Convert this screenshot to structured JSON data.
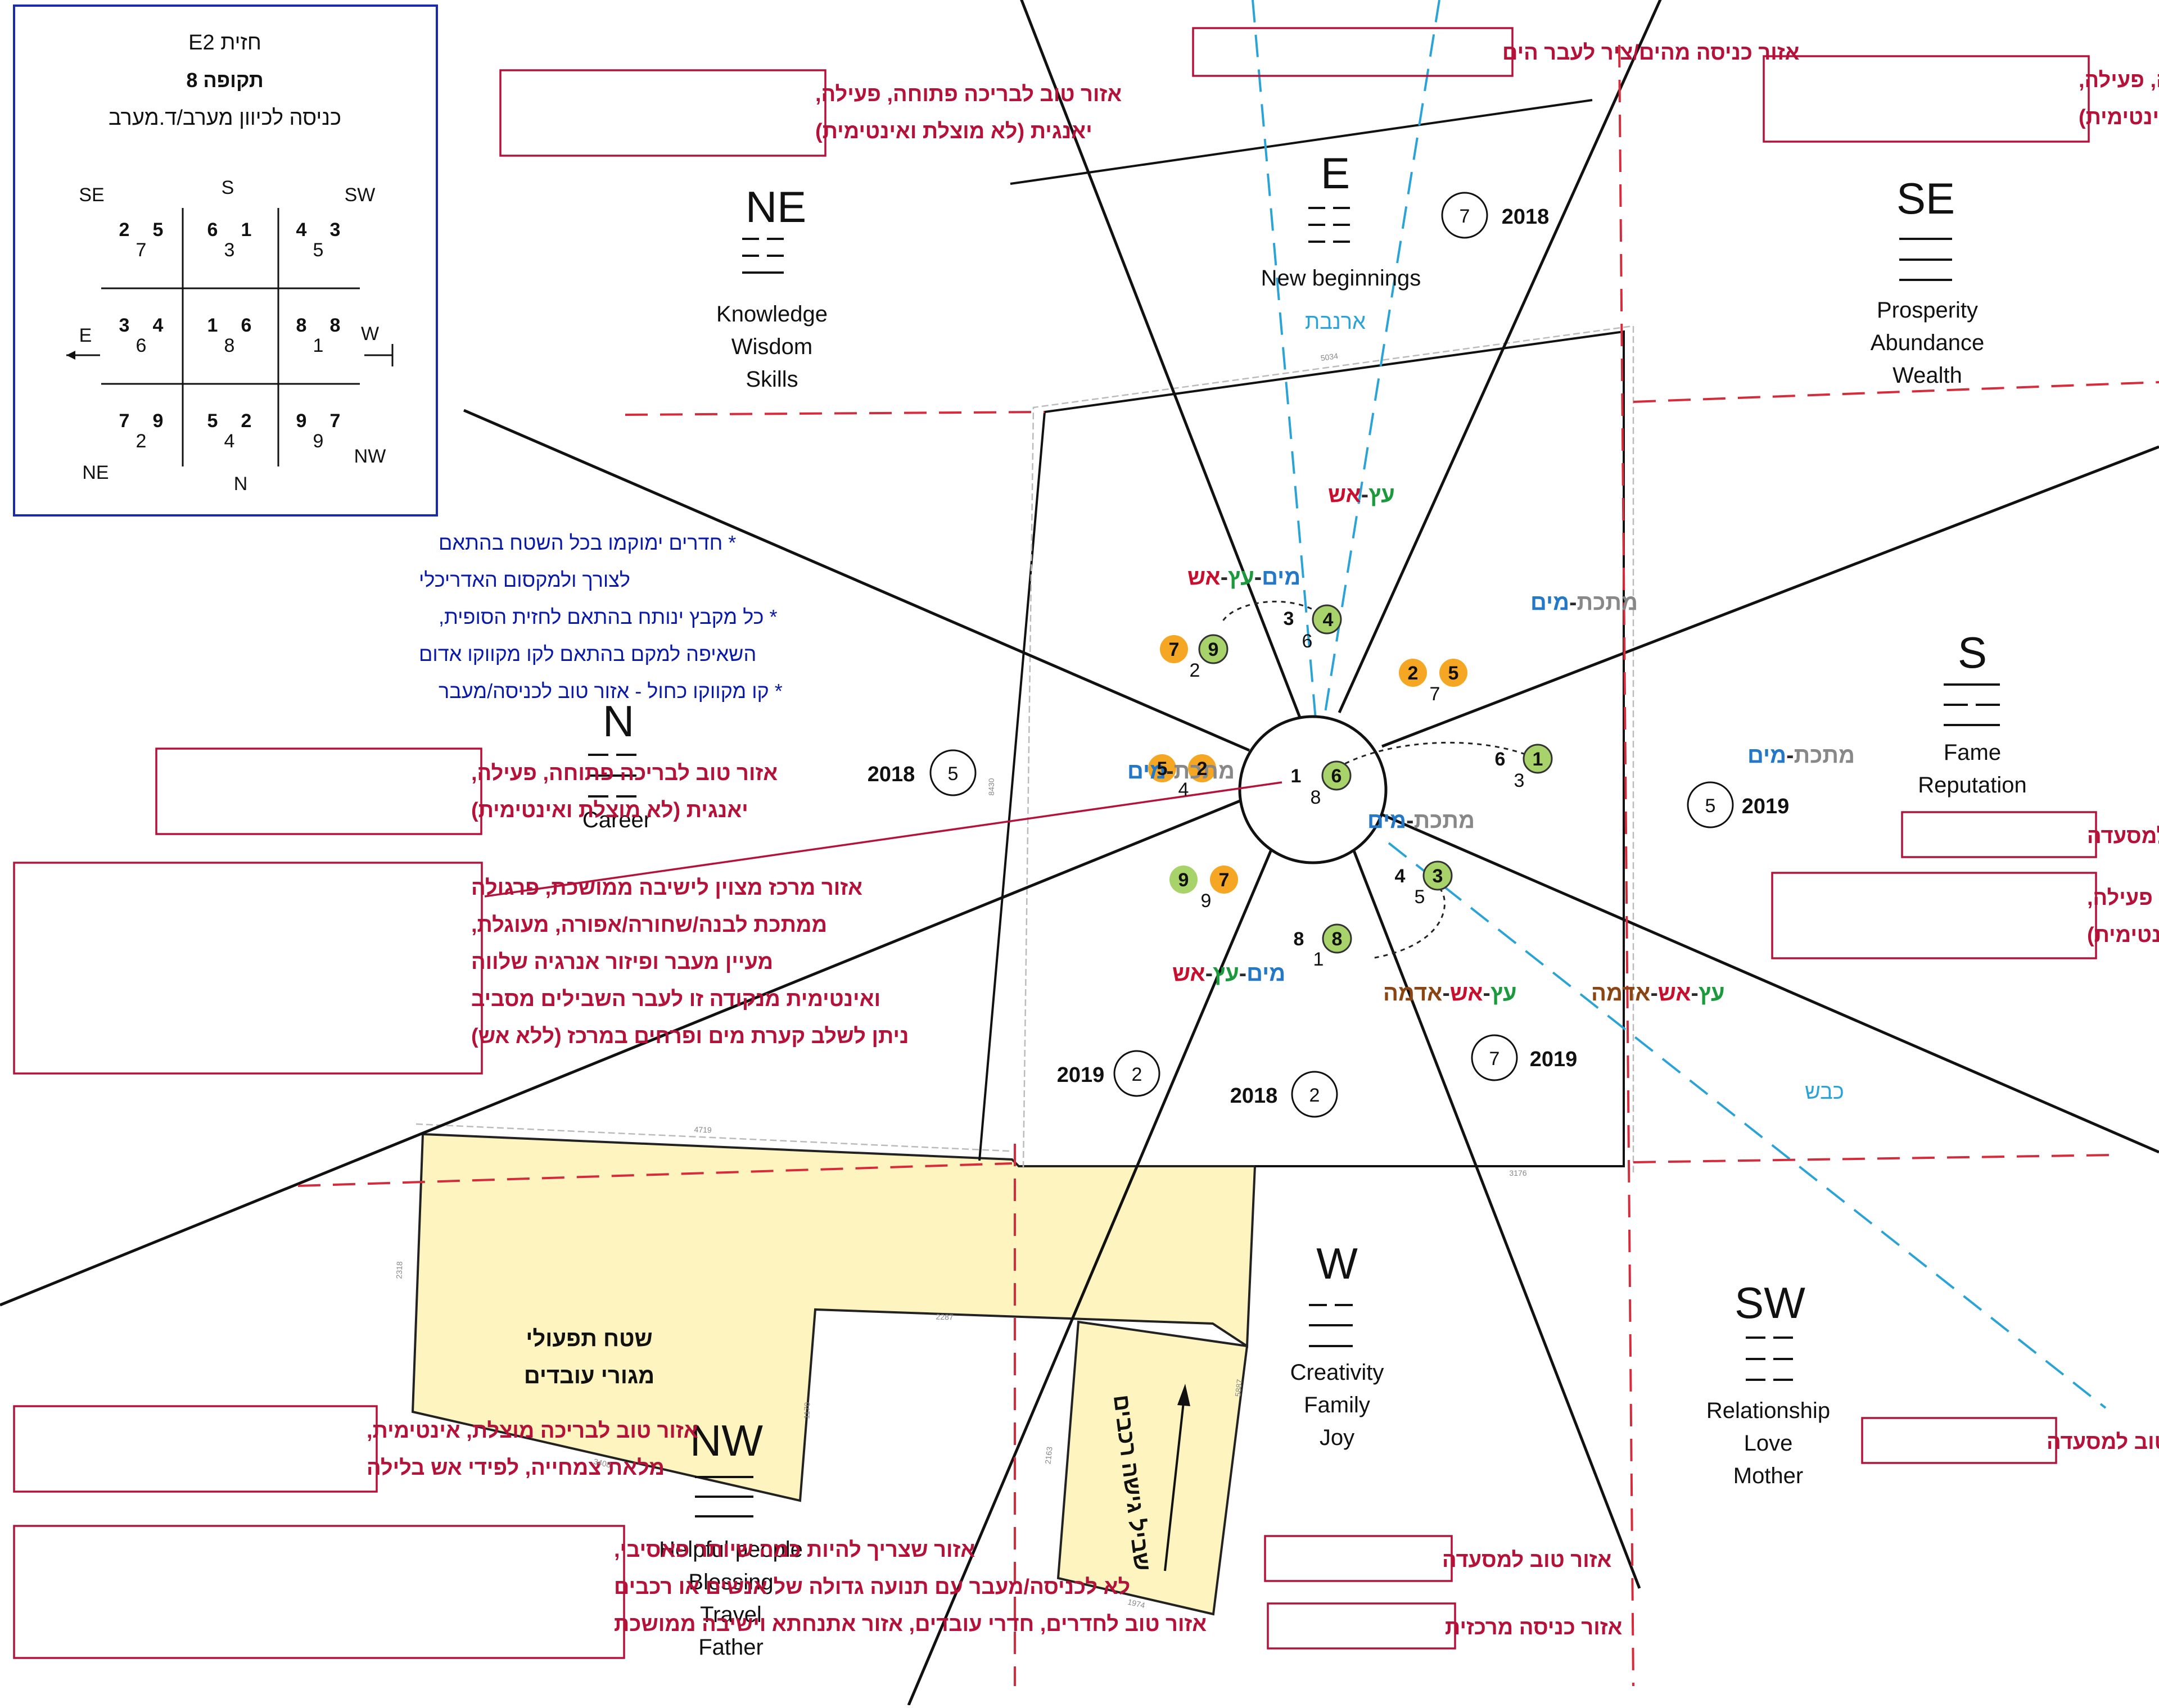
{
  "legend_box": {
    "title_line1": "E2 חזית",
    "title_line2": "תקופה 8",
    "title_line3": "כניסה לכיוון מערב/ד.מערב",
    "labels": {
      "se": "SE",
      "s": "S",
      "sw": "SW",
      "e": "E",
      "w": "W",
      "ne": "NE",
      "n": "N",
      "nw": "NW"
    },
    "cells": [
      {
        "a": "2",
        "b": "5",
        "c": "7"
      },
      {
        "a": "6",
        "b": "1",
        "c": "3"
      },
      {
        "a": "4",
        "b": "3",
        "c": "5"
      },
      {
        "a": "3",
        "b": "4",
        "c": "6"
      },
      {
        "a": "1",
        "b": "6",
        "c": "8"
      },
      {
        "a": "8",
        "b": "8",
        "c": "1"
      },
      {
        "a": "7",
        "b": "9",
        "c": "2"
      },
      {
        "a": "5",
        "b": "2",
        "c": "4"
      },
      {
        "a": "9",
        "b": "7",
        "c": "9"
      }
    ]
  },
  "notes_blue": [
    "* חדרים ימוקמו בכל השטח בהתאם",
    "לצורך ולמקסום האדריכלי",
    "* כל מקבץ ינותח בהתאם לחזית הסופית,",
    "השאיפה למקם בהתאם לקו מקווקו אדום",
    "* קו מקווקו כחול - אזור טוב לכניסה/מעבר"
  ],
  "directions": {
    "ne": {
      "letter": "NE",
      "lines": [
        "Knowledge",
        "Wisdom",
        "Skills"
      ]
    },
    "e": {
      "letter": "E",
      "lines": [
        "New beginnings"
      ]
    },
    "se": {
      "letter": "SE",
      "lines": [
        "Prosperity",
        "Abundance",
        "Wealth"
      ]
    },
    "s": {
      "letter": "S",
      "lines": [
        "Fame",
        "Reputation"
      ]
    },
    "sw": {
      "letter": "SW",
      "lines": [
        "Relationship",
        "Love",
        "Mother"
      ]
    },
    "w": {
      "letter": "W",
      "lines": [
        "Creativity",
        "Family",
        "Joy"
      ]
    },
    "nw": {
      "letter": "NW",
      "lines": [
        "Helpful people",
        "Blessing",
        "Travel",
        "Father"
      ]
    },
    "n": {
      "letter": "N",
      "lines": [
        "Career"
      ]
    }
  },
  "red_boxes": {
    "top_center": [
      "אזור כניסה מהים/ציר לעבר הים"
    ],
    "top_left": [
      "אזור טוב לבריכה פתוחה, פעילה,",
      "יאנגית (לא מוצלת ואינטימית)"
    ],
    "top_right": [
      "אזור טוב לבריכה פתוחה, פעילה,",
      "יאנגית (לא מוצלת ואינטימית)"
    ],
    "n_pool": [
      "אזור טוב לבריכה פתוחה, פעילה,",
      "יאנגית (לא מוצלת ואינטימית)"
    ],
    "center_zone": [
      "אזור מרכז מצוין לישיבה ממושכת, פרגולה",
      "ממתכת לבנה/שחורה/אפורה, מעוגלת,",
      "מעיין מעבר ופיזור אנרגיה שלווה",
      "ואינטימית מנקודה זו לעבר השבילים מסביב",
      "ניתן לשלב קערת מים ופרחים במרכז (ללא אש)"
    ],
    "s_restaurant": [
      "אזור טוב למסעדה"
    ],
    "s_pool": [
      "אזור טוב לבריכה פתוחה, פעילה,",
      "יאנגית (לא מוצלת ואינטימית)"
    ],
    "sw_restaurant": [
      "אזור טוב למסעדה"
    ],
    "w_restaurant": [
      "אזור טוב למסעדה"
    ],
    "w_entrance": [
      "אזור כניסה מרכזית"
    ],
    "nw_pool": [
      "אזור טוב לבריכה מוצלת, אינטימית,",
      "מלאת צמחייה, לפידי אש בלילה"
    ],
    "nw_passive": [
      "אזור שצריך להיות כמה שיותר פאסיבי,",
      "לא לכניסה/מעבר עם תנועה גדולה של אנשים או רכבים",
      "אזור טוב לחדרים, חדרי עובדים, אזור אתנחתא וישיבה ממושכת"
    ]
  },
  "area_labels": {
    "staff_area": [
      "שטח תפעולי",
      "מגורי עובדים"
    ],
    "access_road": "שביל גישה רכבים",
    "rabbit": "ארנבת",
    "sheep": "כבש"
  },
  "elements": {
    "e_sector": [
      {
        "text": "עץ",
        "color": "#1a9a3a"
      },
      {
        "text": "-",
        "color": "#2a2a2a"
      },
      {
        "text": "אש",
        "color": "#c8102e"
      }
    ],
    "ne_sector": [
      {
        "text": "מים",
        "color": "#2478c8"
      },
      {
        "text": "-",
        "color": "#2a2a2a"
      },
      {
        "text": "עץ",
        "color": "#1a9a3a"
      },
      {
        "text": "-",
        "color": "#2a2a2a"
      },
      {
        "text": "אש",
        "color": "#c8102e"
      }
    ],
    "se_sector": [
      {
        "text": "מתכת",
        "color": "#888888"
      },
      {
        "text": "-",
        "color": "#2a2a2a"
      },
      {
        "text": "מים",
        "color": "#2478c8"
      }
    ],
    "n_sector": [
      {
        "text": "מתכת",
        "color": "#888888"
      },
      {
        "text": "-",
        "color": "#2a2a2a"
      },
      {
        "text": "מים",
        "color": "#2478c8"
      }
    ],
    "center": [
      {
        "text": "מתכת",
        "color": "#888888"
      },
      {
        "text": "-",
        "color": "#2a2a2a"
      },
      {
        "text": "מים",
        "color": "#2478c8"
      }
    ],
    "s_outside": [
      {
        "text": "מתכת",
        "color": "#888888"
      },
      {
        "text": "-",
        "color": "#2a2a2a"
      },
      {
        "text": "מים",
        "color": "#2478c8"
      }
    ],
    "nw_sector": [
      {
        "text": "מים",
        "color": "#2478c8"
      },
      {
        "text": "-",
        "color": "#2a2a2a"
      },
      {
        "text": "עץ",
        "color": "#1a9a3a"
      },
      {
        "text": "-",
        "color": "#2a2a2a"
      },
      {
        "text": "אש",
        "color": "#c8102e"
      }
    ],
    "w_sector": [
      {
        "text": "עץ",
        "color": "#1a9a3a"
      },
      {
        "text": "-",
        "color": "#2a2a2a"
      },
      {
        "text": "אש",
        "color": "#c8102e"
      },
      {
        "text": "-",
        "color": "#2a2a2a"
      },
      {
        "text": "אדמה",
        "color": "#8b4513"
      }
    ],
    "sw_sector": [
      {
        "text": "עץ",
        "color": "#1a9a3a"
      },
      {
        "text": "-",
        "color": "#2a2a2a"
      },
      {
        "text": "אש",
        "color": "#c8102e"
      },
      {
        "text": "-",
        "color": "#2a2a2a"
      },
      {
        "text": "אדמה",
        "color": "#8b4513"
      }
    ]
  },
  "year_markers": {
    "e": {
      "num": "7",
      "year": "2018"
    },
    "n": {
      "num": "5",
      "year": "2018"
    },
    "s": {
      "num": "5",
      "year": "2019"
    },
    "sw": {
      "num": "7",
      "year": "2019"
    },
    "w": {
      "num": "2",
      "year": "2018"
    },
    "nw": {
      "num": "2",
      "year": "2019"
    }
  },
  "star_numbers": {
    "e": {
      "a": "3",
      "b": "4",
      "c": "6"
    },
    "ne": {
      "a": "7",
      "b": "9",
      "c": "2"
    },
    "se": {
      "a": "2",
      "b": "5",
      "c": "7"
    },
    "n": {
      "a": "5",
      "b": "2",
      "c": "4"
    },
    "center": {
      "a": "1",
      "b": "6",
      "c": "8"
    },
    "s": {
      "a": "6",
      "b": "1",
      "c": "3"
    },
    "nw": {
      "a": "9",
      "b": "7",
      "c": "9"
    },
    "w": {
      "a": "8",
      "b": "8",
      "c": "1"
    },
    "sw": {
      "a": "4",
      "b": "3",
      "c": "5"
    }
  },
  "dimensions": {
    "top": "5034",
    "left": "8430",
    "bottom_right": "3176",
    "staff_top": "4719",
    "staff_left": "2318",
    "staff_bottom": "3408",
    "staff_right": "1170",
    "step": "2287",
    "road_left": "2163",
    "road_right": "5887",
    "road_bottom": "1974"
  },
  "colors": {
    "dark_red": "#b5123a",
    "navy": "#0a1aa8",
    "blue_dash": "#2aa3d6",
    "yellow_fill": "#fdf4c0",
    "orange_circle": "#f5a623",
    "green_circle": "#a8d36a"
  }
}
